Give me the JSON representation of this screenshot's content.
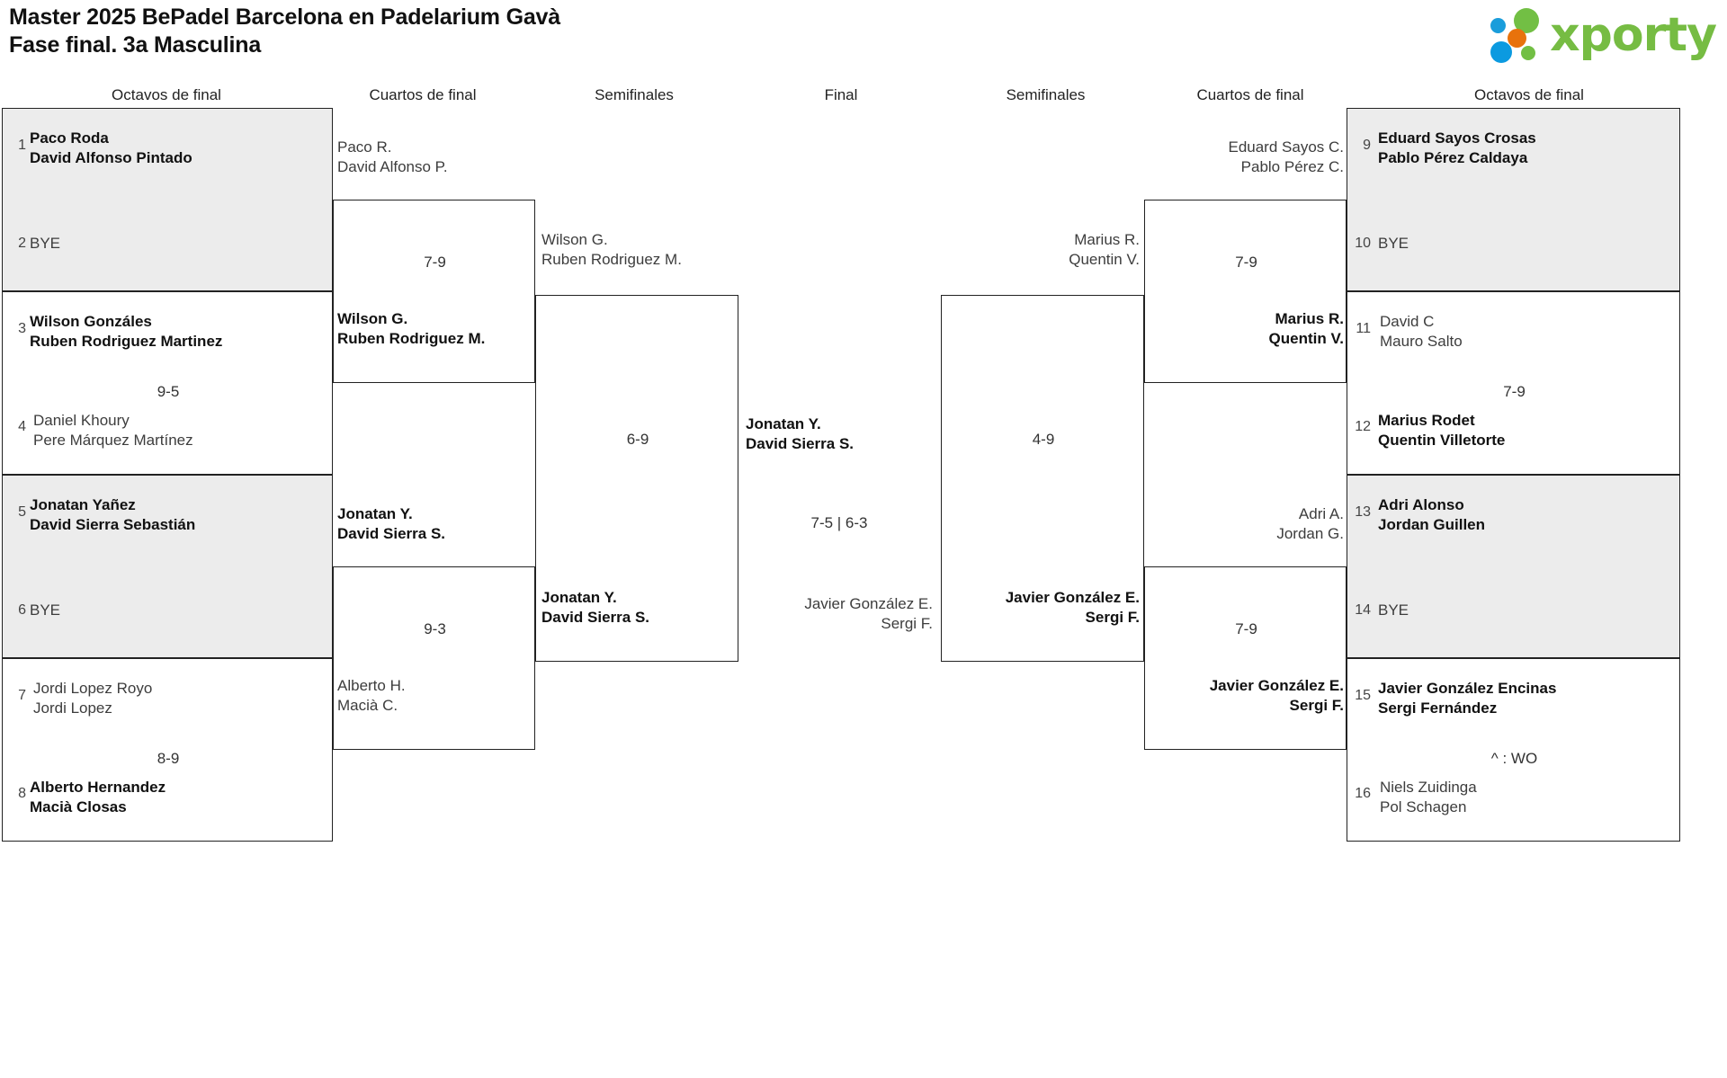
{
  "header": {
    "title_line1": "Master 2025 BePadel Barcelona en Padelarium Gavà",
    "title_line2": "Fase final. 3a Masculina",
    "logo_text": "xporty",
    "logo_colors": {
      "green": "#76bc43",
      "blue": "#0b9ae0",
      "orange": "#e8720c"
    }
  },
  "round_headers": [
    {
      "label": "Octavos de final"
    },
    {
      "label": "Cuartos de final"
    },
    {
      "label": "Semifinales"
    },
    {
      "label": "Final"
    },
    {
      "label": "Semifinales"
    },
    {
      "label": "Cuartos de final"
    },
    {
      "label": "Octavos de final"
    }
  ],
  "left": {
    "octavos": [
      {
        "seed_top": "1",
        "p1": "Paco Roda",
        "p2": "David Alfonso Pintado",
        "winner": true,
        "seed_bot": "2",
        "bye": "BYE",
        "score": ""
      },
      {
        "seed_top": "3",
        "p1": "Wilson Gonzáles",
        "p2": "Ruben Rodriguez Martinez",
        "winner": true,
        "seed_bot": "4",
        "o1": "Daniel Khoury",
        "o2": "Pere Márquez Martínez",
        "score": "9-5"
      },
      {
        "seed_top": "5",
        "p1": "Jonatan Yañez",
        "p2": "David Sierra Sebastián",
        "winner": true,
        "seed_bot": "6",
        "bye": "BYE",
        "score": ""
      },
      {
        "seed_top": "7",
        "p1": "Jordi Lopez Royo",
        "p2": "Jordi Lopez",
        "winner": false,
        "seed_bot": "8",
        "o1": "Alberto Hernandez",
        "o2": "Macià Closas",
        "score": "8-9"
      }
    ],
    "cuartos": [
      {
        "top1": "Paco R.",
        "top2": "David Alfonso P.",
        "top_win": false,
        "score": "7-9",
        "bot1": "Wilson G.",
        "bot2": "Ruben Rodriguez M.",
        "bot_win": true
      },
      {
        "top1": "Jonatan Y.",
        "top2": "David Sierra S.",
        "top_win": true,
        "score": "9-3",
        "bot1": "Alberto H.",
        "bot2": "Macià C.",
        "bot_win": false
      }
    ],
    "semifinal": {
      "top1": "Wilson G.",
      "top2": "Ruben Rodriguez M.",
      "top_win": false,
      "score": "6-9",
      "bot1": "Jonatan Y.",
      "bot2": "David Sierra S.",
      "bot_win": true
    }
  },
  "final": {
    "top1": "Jonatan Y.",
    "top2": "David Sierra S.",
    "top_win": true,
    "score": "7-5 | 6-3",
    "bot1": "Javier González E.",
    "bot2": "Sergi F.",
    "bot_win": false
  },
  "right": {
    "semifinal": {
      "top1": "Marius R.",
      "top2": "Quentin V.",
      "top_win": false,
      "score": "4-9",
      "bot1": "Javier González E.",
      "bot2": "Sergi F.",
      "bot_win": true
    },
    "cuartos": [
      {
        "top1": "Eduard Sayos C.",
        "top2": "Pablo Pérez C.",
        "top_win": false,
        "score": "7-9",
        "bot1": "Marius R.",
        "bot2": "Quentin V.",
        "bot_win": true
      },
      {
        "top1": "Adri A.",
        "top2": "Jordan G.",
        "top_win": false,
        "score": "7-9",
        "bot1": "Javier González E.",
        "bot2": "Sergi F.",
        "bot_win": true
      }
    ],
    "octavos": [
      {
        "seed_top": "9",
        "p1": "Eduard Sayos Crosas",
        "p2": "Pablo Pérez Caldaya",
        "winner": true,
        "seed_bot": "10",
        "bye": "BYE",
        "score": ""
      },
      {
        "seed_top": "11",
        "p1": "David C",
        "p2": "Mauro Salto",
        "winner": false,
        "seed_bot": "12",
        "o1": "Marius Rodet",
        "o2": "Quentin Villetorte",
        "score": "7-9"
      },
      {
        "seed_top": "13",
        "p1": "Adri Alonso",
        "p2": "Jordan Guillen",
        "winner": true,
        "seed_bot": "14",
        "bye": "BYE",
        "score": ""
      },
      {
        "seed_top": "15",
        "p1": "Javier González Encinas",
        "p2": "Sergi Fernández",
        "winner": true,
        "seed_bot": "16",
        "o1": "Niels Zuidinga",
        "o2": "Pol Schagen",
        "score": "^ : WO"
      }
    ]
  }
}
